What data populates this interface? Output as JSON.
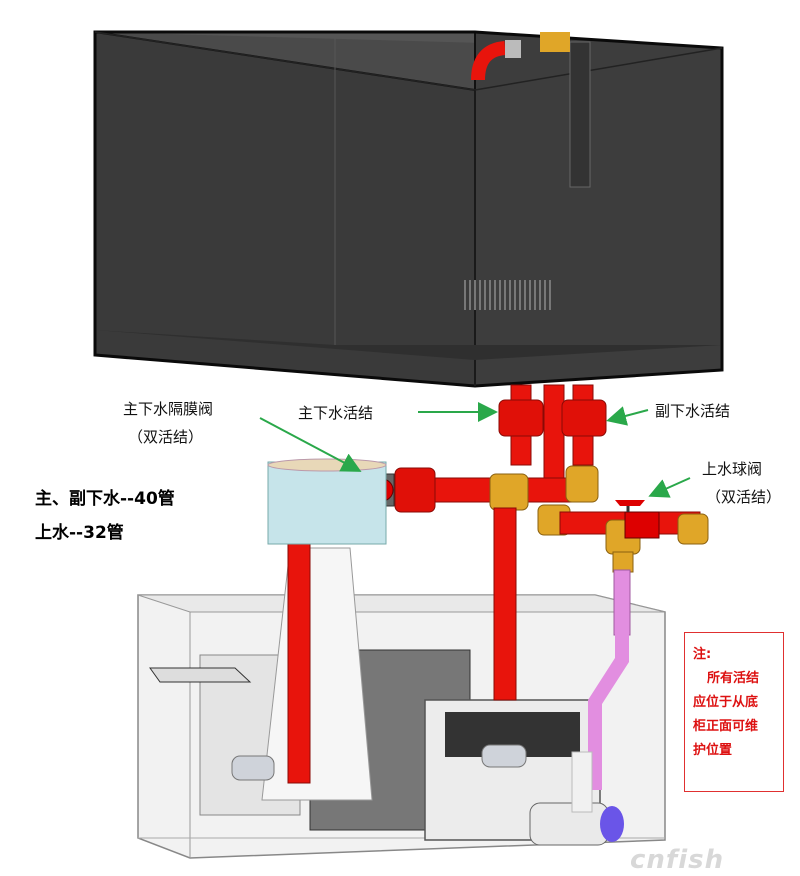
{
  "labels": {
    "main_diaphragm_valve_line1": "主下水隔膜阀",
    "main_diaphragm_valve_line2": "（双活结）",
    "main_union": "主下水活结",
    "secondary_union": "副下水活结",
    "supply_ball_valve_line1": "上水球阀",
    "supply_ball_valve_line2": "（双活结）"
  },
  "pipe_spec": {
    "drain": "主、副下水--40管",
    "supply": "上水--32管"
  },
  "note": {
    "title": "注:",
    "line1": "所有活结",
    "line2": "应位于从底",
    "line3": "柜正面可维",
    "line4": "护位置"
  },
  "watermark": "cnfish",
  "colors": {
    "tank": "#3a3a3a",
    "drain_pipe": "#e8140c",
    "fitting": "#e0a628",
    "supply_pipe": "#e28ee0",
    "arrow": "#2aa84a",
    "note_border": "#e03030",
    "note_text": "#d11111"
  }
}
